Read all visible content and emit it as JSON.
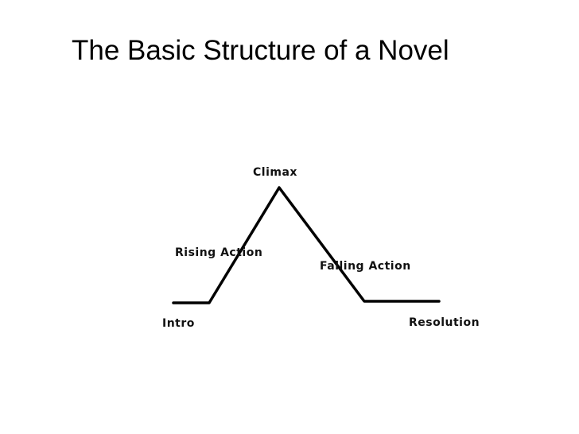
{
  "slide": {
    "title": "The Basic Structure of a Novel"
  },
  "diagram": {
    "labels": {
      "climax": "Climax",
      "rising_action": "Rising Action",
      "falling_action": "Falling Action",
      "intro": "Intro",
      "resolution": "Resolution"
    },
    "line_color": "#000000"
  }
}
